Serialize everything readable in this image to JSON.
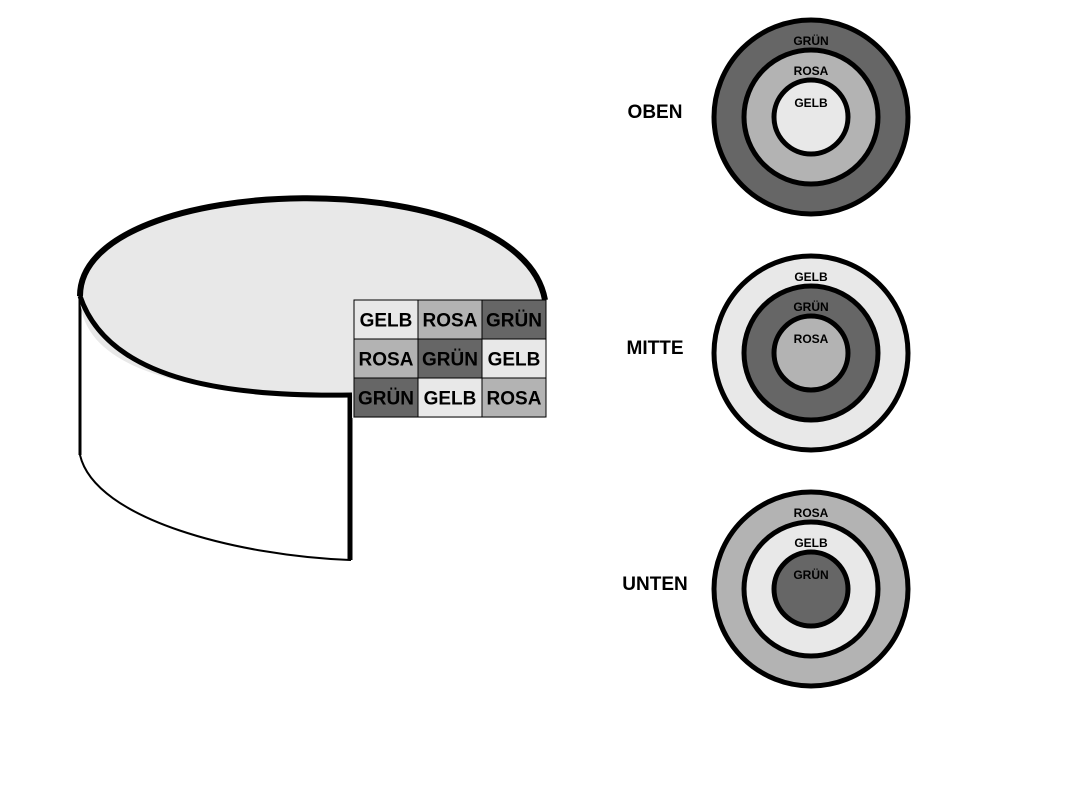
{
  "colors": {
    "gelb": "#e8e8e8",
    "rosa": "#b3b3b3",
    "gruen": "#666666",
    "outline": "#000000",
    "background": "#ffffff"
  },
  "cake": {
    "grid": [
      [
        {
          "label": "GELB",
          "color": "gelb"
        },
        {
          "label": "ROSA",
          "color": "rosa"
        },
        {
          "label": "GRÜN",
          "color": "gruen"
        }
      ],
      [
        {
          "label": "ROSA",
          "color": "rosa"
        },
        {
          "label": "GRÜN",
          "color": "gruen"
        },
        {
          "label": "GELB",
          "color": "gelb"
        }
      ],
      [
        {
          "label": "GRÜN",
          "color": "gruen"
        },
        {
          "label": "GELB",
          "color": "gelb"
        },
        {
          "label": "ROSA",
          "color": "rosa"
        }
      ]
    ]
  },
  "layers": [
    {
      "title": "OBEN",
      "rings": [
        {
          "label": "GRÜN",
          "color": "gruen"
        },
        {
          "label": "ROSA",
          "color": "rosa"
        },
        {
          "label": "GELB",
          "color": "gelb"
        }
      ]
    },
    {
      "title": "MITTE",
      "rings": [
        {
          "label": "GELB",
          "color": "gelb"
        },
        {
          "label": "GRÜN",
          "color": "gruen"
        },
        {
          "label": "ROSA",
          "color": "rosa"
        }
      ]
    },
    {
      "title": "UNTEN",
      "rings": [
        {
          "label": "ROSA",
          "color": "rosa"
        },
        {
          "label": "GELB",
          "color": "gelb"
        },
        {
          "label": "GRÜN",
          "color": "gruen"
        }
      ]
    }
  ]
}
